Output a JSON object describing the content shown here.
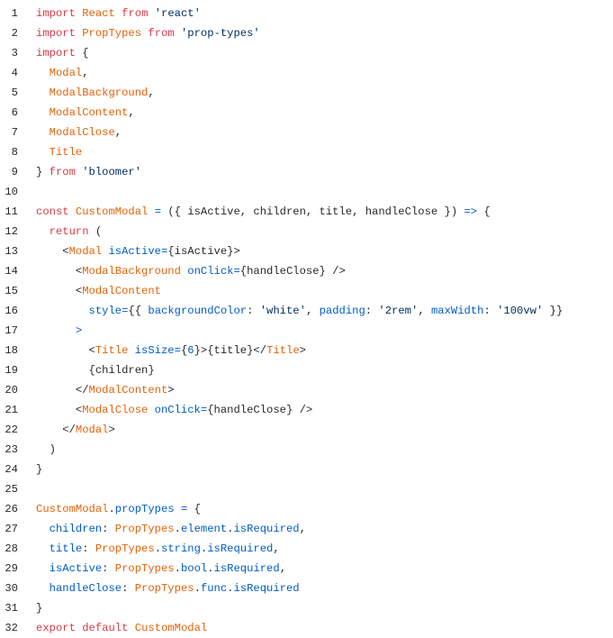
{
  "colors": {
    "keyword": "#d73a49",
    "identifier": "#e36209",
    "attribute": "#005cc5",
    "string": "#032f62",
    "plain": "#24292e",
    "background": "#ffffff"
  },
  "code": {
    "lines": [
      {
        "n": "1",
        "tokens": [
          [
            "keyword",
            "import"
          ],
          [
            "plain",
            " "
          ],
          [
            "ident",
            "React"
          ],
          [
            "plain",
            " "
          ],
          [
            "keyword",
            "from"
          ],
          [
            "plain",
            " "
          ],
          [
            "string",
            "'react'"
          ]
        ]
      },
      {
        "n": "2",
        "tokens": [
          [
            "keyword",
            "import"
          ],
          [
            "plain",
            " "
          ],
          [
            "ident",
            "PropTypes"
          ],
          [
            "plain",
            " "
          ],
          [
            "keyword",
            "from"
          ],
          [
            "plain",
            " "
          ],
          [
            "string",
            "'prop-types'"
          ]
        ]
      },
      {
        "n": "3",
        "tokens": [
          [
            "keyword",
            "import"
          ],
          [
            "plain",
            " {"
          ]
        ]
      },
      {
        "n": "4",
        "tokens": [
          [
            "plain",
            "  "
          ],
          [
            "ident",
            "Modal"
          ],
          [
            "plain",
            ","
          ]
        ]
      },
      {
        "n": "5",
        "tokens": [
          [
            "plain",
            "  "
          ],
          [
            "ident",
            "ModalBackground"
          ],
          [
            "plain",
            ","
          ]
        ]
      },
      {
        "n": "6",
        "tokens": [
          [
            "plain",
            "  "
          ],
          [
            "ident",
            "ModalContent"
          ],
          [
            "plain",
            ","
          ]
        ]
      },
      {
        "n": "7",
        "tokens": [
          [
            "plain",
            "  "
          ],
          [
            "ident",
            "ModalClose"
          ],
          [
            "plain",
            ","
          ]
        ]
      },
      {
        "n": "8",
        "tokens": [
          [
            "plain",
            "  "
          ],
          [
            "ident",
            "Title"
          ]
        ]
      },
      {
        "n": "9",
        "tokens": [
          [
            "plain",
            "} "
          ],
          [
            "keyword",
            "from"
          ],
          [
            "plain",
            " "
          ],
          [
            "string",
            "'bloomer'"
          ]
        ]
      },
      {
        "n": "10",
        "tokens": []
      },
      {
        "n": "11",
        "tokens": [
          [
            "keyword",
            "const"
          ],
          [
            "plain",
            " "
          ],
          [
            "ident",
            "CustomModal"
          ],
          [
            "plain",
            " "
          ],
          [
            "operator",
            "="
          ],
          [
            "plain",
            " ({ isActive, children, title, handleClose }) "
          ],
          [
            "operator",
            "=>"
          ],
          [
            "plain",
            " {"
          ]
        ]
      },
      {
        "n": "12",
        "tokens": [
          [
            "plain",
            "  "
          ],
          [
            "keyword",
            "return"
          ],
          [
            "plain",
            " ("
          ]
        ]
      },
      {
        "n": "13",
        "tokens": [
          [
            "plain",
            "    <"
          ],
          [
            "tag",
            "Modal"
          ],
          [
            "plain",
            " "
          ],
          [
            "attr",
            "isActive"
          ],
          [
            "operator",
            "="
          ],
          [
            "plain",
            "{isActive}>"
          ]
        ]
      },
      {
        "n": "14",
        "tokens": [
          [
            "plain",
            "      <"
          ],
          [
            "tag",
            "ModalBackground"
          ],
          [
            "plain",
            " "
          ],
          [
            "attr",
            "onClick"
          ],
          [
            "operator",
            "="
          ],
          [
            "plain",
            "{handleClose} />"
          ]
        ]
      },
      {
        "n": "15",
        "tokens": [
          [
            "plain",
            "      <"
          ],
          [
            "tag",
            "ModalContent"
          ]
        ]
      },
      {
        "n": "16",
        "tokens": [
          [
            "plain",
            "        "
          ],
          [
            "attr",
            "style"
          ],
          [
            "operator",
            "="
          ],
          [
            "plain",
            "{{ "
          ],
          [
            "prop",
            "backgroundColor"
          ],
          [
            "plain",
            ": "
          ],
          [
            "string",
            "'white'"
          ],
          [
            "plain",
            ", "
          ],
          [
            "prop",
            "padding"
          ],
          [
            "plain",
            ": "
          ],
          [
            "string",
            "'2rem'"
          ],
          [
            "plain",
            ", "
          ],
          [
            "prop",
            "maxWidth"
          ],
          [
            "plain",
            ": "
          ],
          [
            "string",
            "'100vw'"
          ],
          [
            "plain",
            " }}"
          ]
        ]
      },
      {
        "n": "17",
        "tokens": [
          [
            "plain",
            "      "
          ],
          [
            "attr",
            ">"
          ]
        ]
      },
      {
        "n": "18",
        "tokens": [
          [
            "plain",
            "        <"
          ],
          [
            "tag",
            "Title"
          ],
          [
            "plain",
            " "
          ],
          [
            "attr",
            "isSize"
          ],
          [
            "operator",
            "="
          ],
          [
            "plain",
            "{"
          ],
          [
            "number",
            "6"
          ],
          [
            "plain",
            "}>{title}</"
          ],
          [
            "tag",
            "Title"
          ],
          [
            "plain",
            ">"
          ]
        ]
      },
      {
        "n": "19",
        "tokens": [
          [
            "plain",
            "        {children}"
          ]
        ]
      },
      {
        "n": "20",
        "tokens": [
          [
            "plain",
            "      </"
          ],
          [
            "tag",
            "ModalContent"
          ],
          [
            "plain",
            ">"
          ]
        ]
      },
      {
        "n": "21",
        "tokens": [
          [
            "plain",
            "      <"
          ],
          [
            "tag",
            "ModalClose"
          ],
          [
            "plain",
            " "
          ],
          [
            "attr",
            "onClick"
          ],
          [
            "operator",
            "="
          ],
          [
            "plain",
            "{handleClose} />"
          ]
        ]
      },
      {
        "n": "22",
        "tokens": [
          [
            "plain",
            "    </"
          ],
          [
            "tag",
            "Modal"
          ],
          [
            "plain",
            ">"
          ]
        ]
      },
      {
        "n": "23",
        "tokens": [
          [
            "plain",
            "  )"
          ]
        ]
      },
      {
        "n": "24",
        "tokens": [
          [
            "plain",
            "}"
          ]
        ]
      },
      {
        "n": "25",
        "tokens": []
      },
      {
        "n": "26",
        "tokens": [
          [
            "ident",
            "CustomModal"
          ],
          [
            "plain",
            "."
          ],
          [
            "prop",
            "propTypes"
          ],
          [
            "plain",
            " "
          ],
          [
            "operator",
            "="
          ],
          [
            "plain",
            " {"
          ]
        ]
      },
      {
        "n": "27",
        "tokens": [
          [
            "plain",
            "  "
          ],
          [
            "prop",
            "children"
          ],
          [
            "plain",
            ": "
          ],
          [
            "ident",
            "PropTypes"
          ],
          [
            "plain",
            "."
          ],
          [
            "prop",
            "element"
          ],
          [
            "plain",
            "."
          ],
          [
            "prop",
            "isRequired"
          ],
          [
            "plain",
            ","
          ]
        ]
      },
      {
        "n": "28",
        "tokens": [
          [
            "plain",
            "  "
          ],
          [
            "prop",
            "title"
          ],
          [
            "plain",
            ": "
          ],
          [
            "ident",
            "PropTypes"
          ],
          [
            "plain",
            "."
          ],
          [
            "prop",
            "string"
          ],
          [
            "plain",
            "."
          ],
          [
            "prop",
            "isRequired"
          ],
          [
            "plain",
            ","
          ]
        ]
      },
      {
        "n": "29",
        "tokens": [
          [
            "plain",
            "  "
          ],
          [
            "prop",
            "isActive"
          ],
          [
            "plain",
            ": "
          ],
          [
            "ident",
            "PropTypes"
          ],
          [
            "plain",
            "."
          ],
          [
            "prop",
            "bool"
          ],
          [
            "plain",
            "."
          ],
          [
            "prop",
            "isRequired"
          ],
          [
            "plain",
            ","
          ]
        ]
      },
      {
        "n": "30",
        "tokens": [
          [
            "plain",
            "  "
          ],
          [
            "prop",
            "handleClose"
          ],
          [
            "plain",
            ": "
          ],
          [
            "ident",
            "PropTypes"
          ],
          [
            "plain",
            "."
          ],
          [
            "prop",
            "func"
          ],
          [
            "plain",
            "."
          ],
          [
            "prop",
            "isRequired"
          ]
        ]
      },
      {
        "n": "31",
        "tokens": [
          [
            "plain",
            "}"
          ]
        ]
      },
      {
        "n": "32",
        "tokens": [
          [
            "keyword",
            "export"
          ],
          [
            "plain",
            " "
          ],
          [
            "keyword",
            "default"
          ],
          [
            "plain",
            " "
          ],
          [
            "ident",
            "CustomModal"
          ]
        ]
      }
    ]
  }
}
